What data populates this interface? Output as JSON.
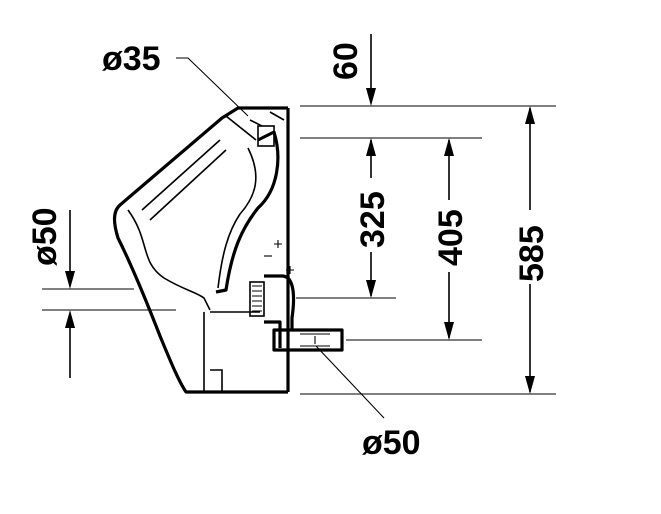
{
  "dimensions": {
    "inlet_diameter": "ø35",
    "top_offset": "60",
    "spud_height": "325",
    "outlet_height": "405",
    "overall_height": "585",
    "side_outlet_diameter": "ø50",
    "rear_outlet_diameter": "ø50"
  }
}
